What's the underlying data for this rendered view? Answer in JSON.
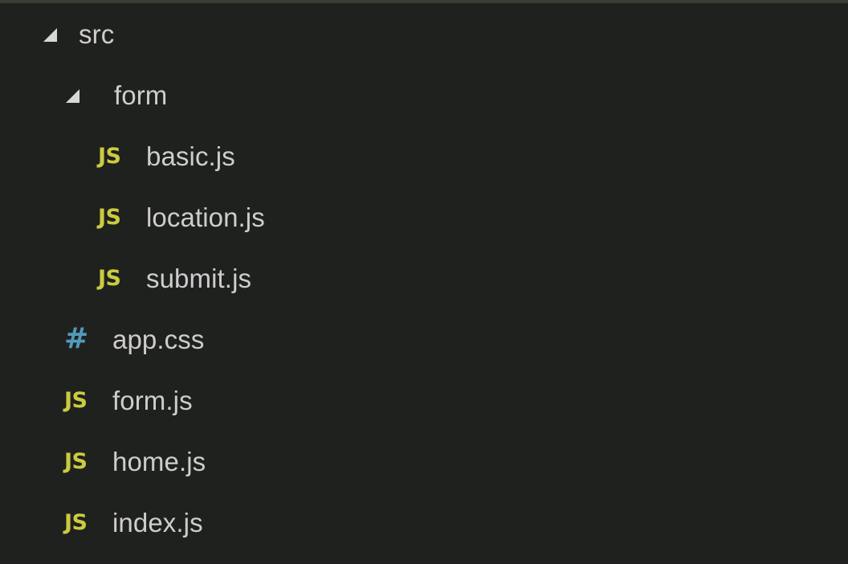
{
  "theme": {
    "background": "#1f211e",
    "top_strip": "#3a3c34",
    "label_color": "#cdcdcd",
    "js_icon_color": "#cbcb41",
    "css_icon_color": "#519aba",
    "twisty_color": "#d7d7d7"
  },
  "explorer": {
    "tree": [
      {
        "label": "src",
        "kind": "folder",
        "level": 0,
        "expanded": true,
        "icon": "triangle-expanded-icon",
        "icon_text": ""
      },
      {
        "label": "form",
        "kind": "folder",
        "level": 1,
        "expanded": true,
        "icon": "triangle-expanded-icon",
        "icon_text": ""
      },
      {
        "label": "basic.js",
        "kind": "file",
        "level": 2,
        "expanded": null,
        "icon": "javascript-file-icon",
        "icon_text": "JS"
      },
      {
        "label": "location.js",
        "kind": "file",
        "level": 2,
        "expanded": null,
        "icon": "javascript-file-icon",
        "icon_text": "JS"
      },
      {
        "label": "submit.js",
        "kind": "file",
        "level": 2,
        "expanded": null,
        "icon": "javascript-file-icon",
        "icon_text": "JS"
      },
      {
        "label": "app.css",
        "kind": "file",
        "level": 1,
        "expanded": null,
        "icon": "css-file-icon",
        "icon_text": "#"
      },
      {
        "label": "form.js",
        "kind": "file",
        "level": 1,
        "expanded": null,
        "icon": "javascript-file-icon",
        "icon_text": "JS"
      },
      {
        "label": "home.js",
        "kind": "file",
        "level": 1,
        "expanded": null,
        "icon": "javascript-file-icon",
        "icon_text": "JS"
      },
      {
        "label": "index.js",
        "kind": "file",
        "level": 1,
        "expanded": null,
        "icon": "javascript-file-icon",
        "icon_text": "JS"
      }
    ]
  }
}
